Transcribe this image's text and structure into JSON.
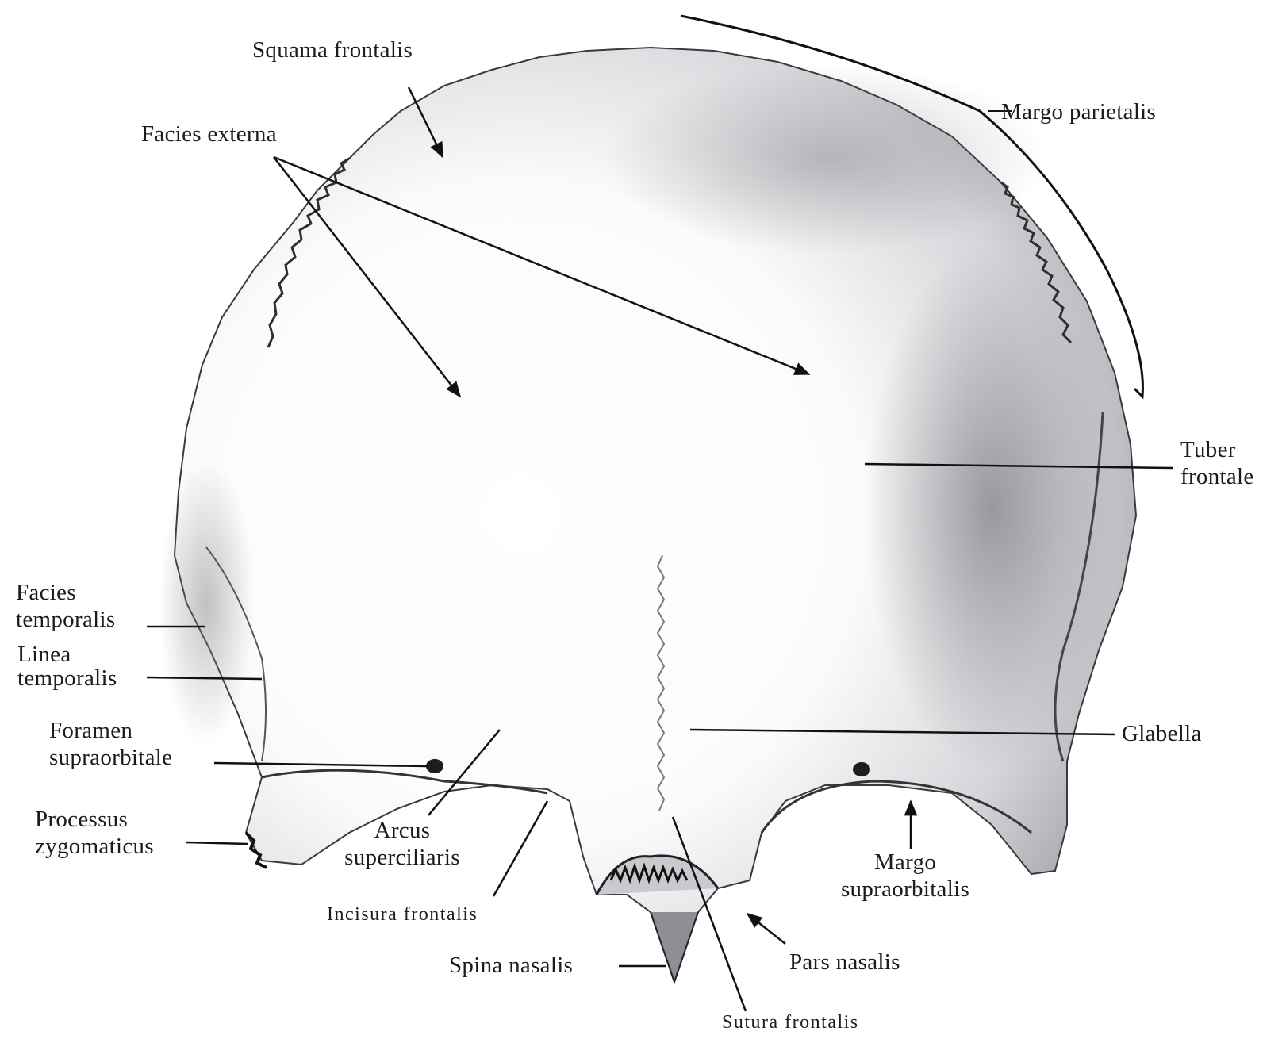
{
  "labels": {
    "squama_frontalis": "Squama frontalis",
    "facies_externa": "Facies externa",
    "margo_parietalis": "Margo  parietalis",
    "tuber_frontale": [
      "Tuber",
      "frontale"
    ],
    "facies_temporalis": [
      "Facies",
      "temporalis"
    ],
    "linea_temporalis": [
      "Linea",
      "temporalis"
    ],
    "foramen_supraorbitale": [
      "Foramen",
      "supraorbitale"
    ],
    "glabella": "Glabella",
    "processus_zygomaticus": [
      "Processus",
      "zygomaticus"
    ],
    "arcus_superciliaris": [
      "Arcus",
      "superciliaris"
    ],
    "margo_supraorbitalis": [
      "Margo",
      "supraorbitalis"
    ],
    "incisura_frontalis": "Incisura frontalis",
    "spina_nasalis": "Spina nasalis",
    "pars_nasalis": "Pars nasalis",
    "sutura_frontalis": "Sutura frontalis"
  },
  "colors": {
    "ink": "#1c1c1c",
    "bone_light": "#ffffff",
    "bone_shade": "#6e6e74"
  }
}
